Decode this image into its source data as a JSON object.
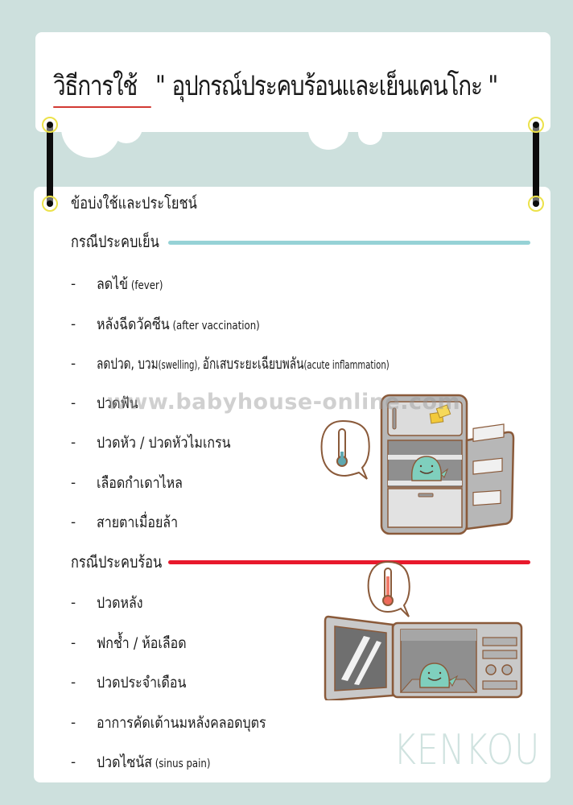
{
  "header": {
    "title_prefix": "วิธีการใช้",
    "title_quote_open": "\"",
    "title_product": "อุปกรณ์ประคบร้อนและเย็นเคนโกะ",
    "title_quote_close": "\""
  },
  "content": {
    "subtitle": "ข้อบ่งใช้และประโยชน์",
    "sections": [
      {
        "heading": "กรณีประคบเย็น",
        "line_color": "#96d2d6",
        "items": [
          {
            "dash": "-",
            "th": "ลดไข้",
            "en": " (fever)"
          },
          {
            "dash": "-",
            "th": "หลังฉีดวัคซีน",
            "en": " (after vaccination)"
          },
          {
            "dash": "-",
            "th": "ลดปวด, บวม",
            "en": "(swelling), ",
            "th2": "อักเสบระยะเฉียบพลัน",
            "en2": "(acute inflammation)"
          },
          {
            "dash": "-",
            "th": "ปวดฟัน",
            "en": ""
          },
          {
            "dash": "-",
            "th": "ปวดหัว / ปวดหัวไมเกรน",
            "en": ""
          },
          {
            "dash": "-",
            "th": "เลือดกำเดาไหล",
            "en": ""
          },
          {
            "dash": "-",
            "th": "สายตาเมื่อยล้า",
            "en": ""
          }
        ]
      },
      {
        "heading": "กรณีประคบร้อน",
        "line_color": "#e8192c",
        "items": [
          {
            "dash": "-",
            "th": "ปวดหลัง",
            "en": ""
          },
          {
            "dash": "-",
            "th": "ฟกช้ำ / ห้อเลือด",
            "en": ""
          },
          {
            "dash": "-",
            "th": "ปวดประจำเดือน",
            "en": ""
          },
          {
            "dash": "-",
            "th": "อาการคัดเต้านมหลังคลอดบุตร",
            "en": ""
          },
          {
            "dash": "-",
            "th": "ปวดไซนัส",
            "en": " (sinus pain)"
          }
        ]
      }
    ]
  },
  "illustrations": {
    "fridge": "fridge-with-cold-thermometer",
    "microwave": "microwave-with-hot-thermometer"
  },
  "watermark": "www.babyhouse-online.com",
  "brand": {
    "logo_text": "KENKOU",
    "logo_color": "#cfe2df"
  },
  "colors": {
    "background": "#cde0dd",
    "card": "#ffffff",
    "cold_accent": "#96d2d6",
    "hot_accent": "#e8192c",
    "ring": "#ece24a"
  }
}
